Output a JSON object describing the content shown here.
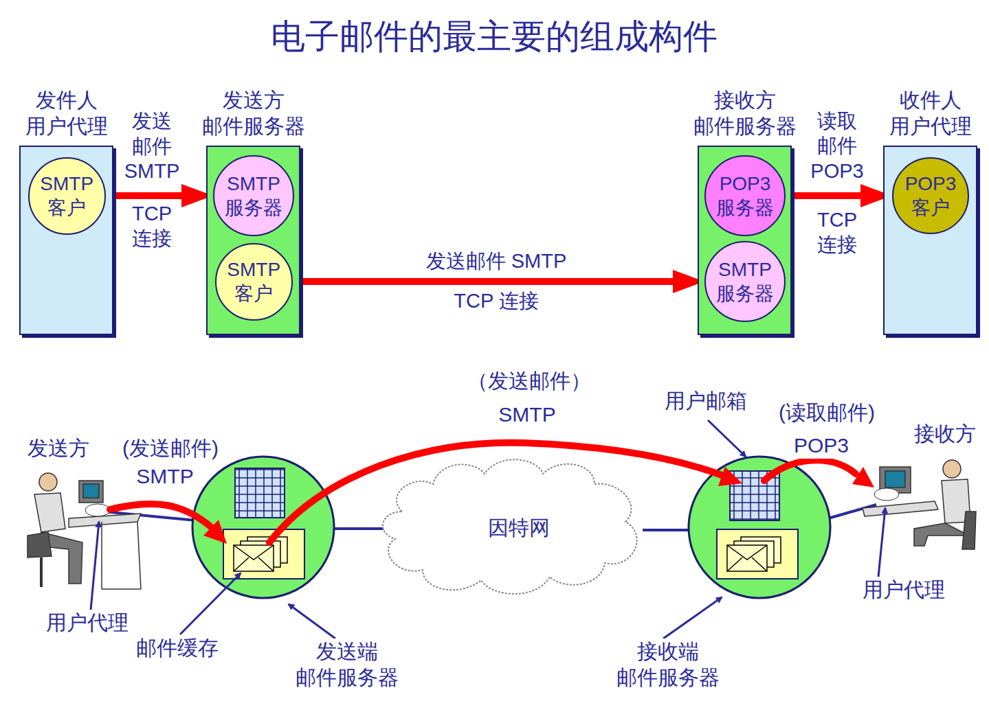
{
  "diagram": {
    "title": "电子邮件的最主要的组成构件",
    "nodes": [
      {
        "text": [
          "发件人 用户代理"
        ]
      },
      {
        "text": [
          "SMTP 客户"
        ],
        "in": 0
      },
      {
        "text": [
          "发送方 邮件服务器"
        ]
      },
      {
        "text": [
          "SMTP 服务器"
        ],
        "in": 2
      },
      {
        "text": [
          "SMTP 客户"
        ],
        "in": 2
      },
      {
        "text": [
          "接收方 邮件服务器"
        ]
      },
      {
        "text": [
          "POP3 服务器"
        ],
        "in": 5
      },
      {
        "text": [
          "SMTP 服务器"
        ],
        "in": 5
      },
      {
        "text": [
          "收件人 用户代理"
        ]
      },
      {
        "text": [
          "POP3 客户"
        ],
        "in": 8
      }
    ],
    "edges": [
      {
        "from": 1,
        "to": 3,
        "arrow": "to",
        "label": "发送 邮件 SMTP"
      },
      {
        "from": 4,
        "to": 7,
        "arrow": "to",
        "label": "发送邮件 SMTP"
      },
      {
        "from": 6,
        "to": 9,
        "arrow": "to",
        "label": "读取 邮件 POP3"
      }
    ],
    "labels": [
      "TCP 连接",
      "TCP 连接",
      "TCP 连接",
      "（发送邮件）",
      "SMTP",
      "用户邮箱",
      "(读取邮件)",
      "POP3",
      "发送方",
      "(发送邮件)",
      "SMTP",
      "接收方",
      "因特网",
      "用户代理",
      "邮件缓存",
      "发送端 邮件服务器",
      "接收端 邮件服务器",
      "用户代理"
    ]
  }
}
